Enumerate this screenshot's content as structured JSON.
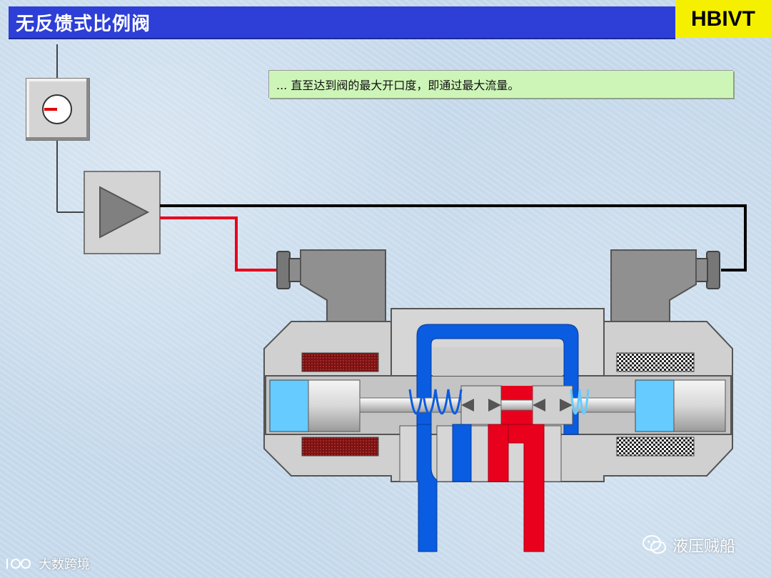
{
  "header": {
    "title": "无反馈式比例阀",
    "brand": "HBIVT"
  },
  "note": {
    "text": "... 直至达到阀的最大开口度，即通过最大流量。"
  },
  "watermarks": {
    "right_text": "液压贼船",
    "left_text": "大数跨境"
  },
  "colors": {
    "title_bar": "#2d3fd6",
    "brand_bg": "#f5f000",
    "note_bg": "#cdf5b8",
    "pressure_line": "#e8001c",
    "return_line": "#0a5ce0",
    "signal_wire": "#000000",
    "coil_red": "#8b1a1a",
    "spool_chamber": "#66ccff",
    "body_grey": "#d0d0d0"
  },
  "icons": {
    "setpoint": "potentiometer-dial-icon",
    "amplifier": "amplifier-triangle-icon",
    "wechat": "wechat-icon",
    "logo": "brand-logo-icon"
  }
}
